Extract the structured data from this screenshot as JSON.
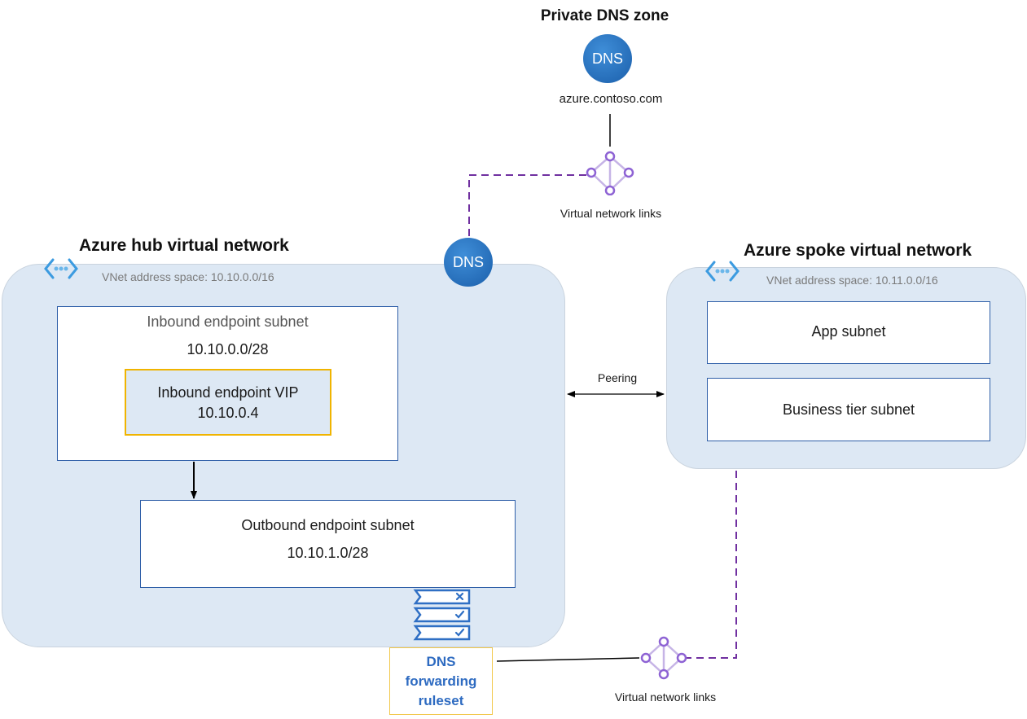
{
  "private_zone": {
    "title": "Private DNS zone",
    "icon_label": "DNS",
    "domain": "azure.contoso.com"
  },
  "top_links_label": "Virtual network links",
  "bottom_links_label": "Virtual network links",
  "hub": {
    "title": "Azure hub virtual network",
    "address_space": "VNet address space: 10.10.0.0/16",
    "dns_icon_label": "DNS",
    "inbound_subnet": {
      "name": "Inbound endpoint subnet",
      "cidr": "10.10.0.0/28",
      "vip_label": "Inbound endpoint VIP",
      "vip_ip": "10.10.0.4"
    },
    "outbound_subnet": {
      "name": "Outbound endpoint subnet",
      "cidr": "10.10.1.0/28"
    }
  },
  "ruleset": {
    "line1": "DNS",
    "line2": "forwarding",
    "line3": "ruleset"
  },
  "peering_label": "Peering",
  "spoke": {
    "title": "Azure spoke virtual network",
    "address_space": "VNet address space: 10.11.0.0/16",
    "app_subnet": "App subnet",
    "business_subnet": "Business tier subnet"
  },
  "colors": {
    "vnet_fill": "#dde8f4",
    "subnet_border": "#2f5fa8",
    "highlight_border": "#f0b400",
    "link_dash": "#7030a0",
    "dns_blue": "#1b5fab",
    "ruleset_text": "#2e6bc1"
  },
  "icons": [
    "dns-zone-icon",
    "virtual-network-icon",
    "vnet-link-icon",
    "dns-forwarding-ruleset-icon"
  ]
}
